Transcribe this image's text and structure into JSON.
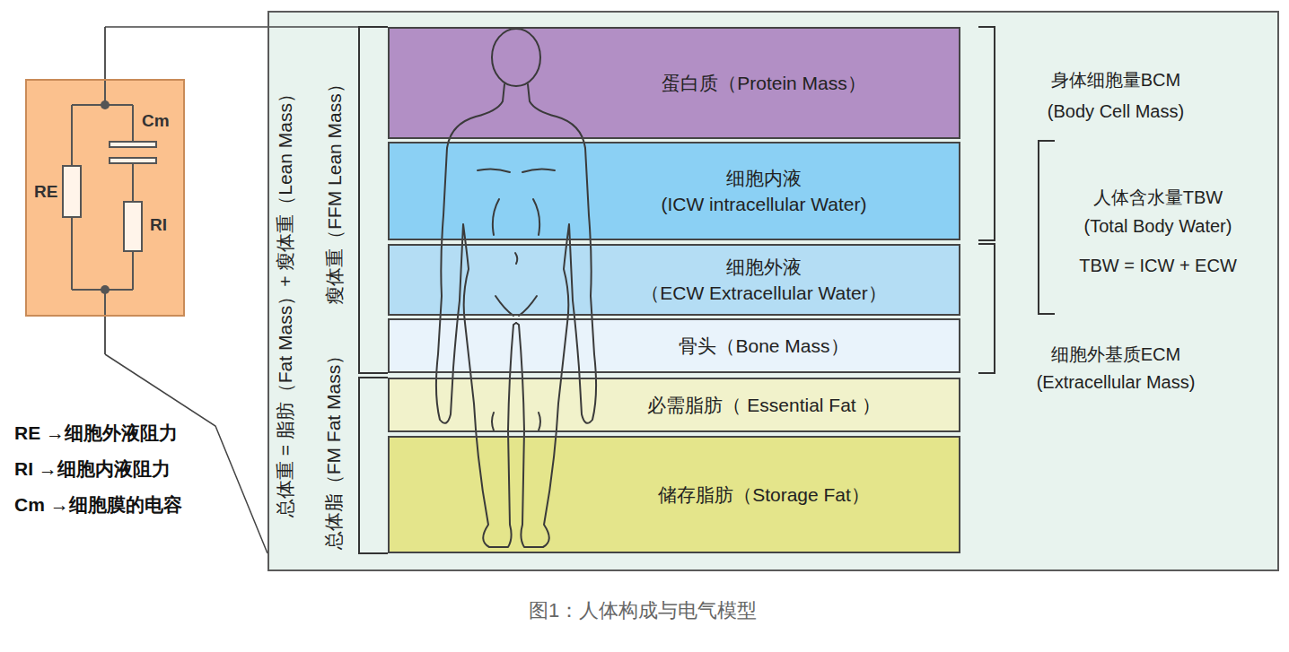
{
  "diagram": {
    "caption": "图1：人体构成与电气模型",
    "nodes": [
      {
        "text": [
          "Cm",
          "RE",
          "RI"
        ]
      },
      {
        "text": [
          "总体重 = 脂肪（Fat Mass）+ 瘦体重（Lean Mass）",
          "瘦体重（FFM Lean Mass）",
          "总体脂（FM Fat Mass）",
          "身体细胞量BCM",
          "(Body Cell Mass)",
          "人体含水量TBW",
          "(Total Body Water)",
          "TBW = ICW + ECW",
          "细胞外基质ECM",
          "(Extracellular Mass)"
        ]
      },
      {
        "text": [
          "蛋白质（Protein Mass）"
        ],
        "in": 1
      },
      {
        "text": [
          "细胞内液",
          "(ICW intracellular Water)"
        ],
        "in": 1
      },
      {
        "text": [
          "细胞外液",
          "（ECW Extracellular Water）"
        ],
        "in": 1
      },
      {
        "text": [
          "骨头（Bone Mass）"
        ],
        "in": 1
      },
      {
        "text": [
          "必需脂肪（ Essential Fat ）"
        ],
        "in": 1
      },
      {
        "text": [
          "储存脂肪（Storage Fat）"
        ],
        "in": 1
      }
    ],
    "labels": [
      "RE →细胞外液阻力",
      "RI →细胞内液阻力",
      "Cm →细胞膜的电容"
    ]
  }
}
